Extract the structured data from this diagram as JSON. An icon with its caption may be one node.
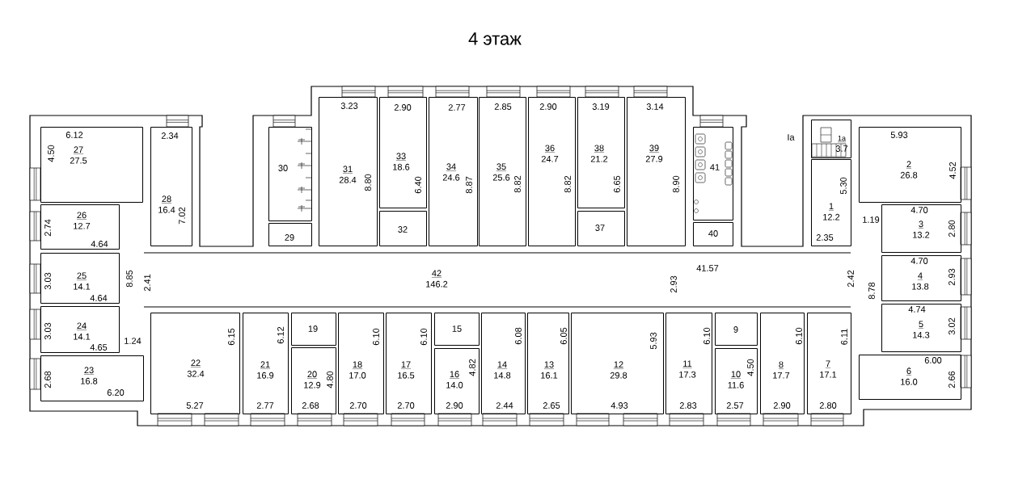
{
  "diagram": {
    "title": "4 этаж",
    "nodes": [
      {
        "text": [
          "27",
          "27.5",
          "6.12",
          "4.50"
        ]
      },
      {
        "text": [
          "28",
          "16.4",
          "2.34",
          "7.02"
        ]
      },
      {
        "text": [
          "30"
        ]
      },
      {
        "text": [
          "31",
          "28.4",
          "3.23",
          "8.80"
        ]
      },
      {
        "text": [
          "33",
          "18.6",
          "2.90",
          "6.40"
        ]
      },
      {
        "text": [
          "34",
          "24.6",
          "2.77",
          "8.87"
        ]
      },
      {
        "text": [
          "35",
          "25.6",
          "2.85",
          "8.82"
        ]
      },
      {
        "text": [
          "36",
          "24.7",
          "2.90",
          "8.82"
        ]
      },
      {
        "text": [
          "38",
          "21.2",
          "3.19",
          "6.65"
        ]
      },
      {
        "text": [
          "39",
          "27.9",
          "3.14",
          "8.90"
        ]
      },
      {
        "text": [
          "41"
        ]
      },
      {
        "text": [
          "1a",
          "3.7"
        ]
      },
      {
        "text": [
          "2",
          "26.8",
          "5.93",
          "4.52"
        ]
      },
      {
        "text": [
          "1",
          "12.2",
          "5.30",
          "2.35"
        ]
      },
      {
        "text": [
          "26",
          "12.7",
          "2.74",
          "4.64"
        ]
      },
      {
        "text": [
          "29"
        ]
      },
      {
        "text": [
          "32"
        ]
      },
      {
        "text": [
          "37"
        ]
      },
      {
        "text": [
          "40"
        ]
      },
      {
        "text": [
          "3",
          "13.2",
          "4.70",
          "2.80"
        ]
      },
      {
        "text": [
          "25",
          "14.1",
          "3.03",
          "4.64"
        ]
      },
      {
        "text": [
          "42",
          "146.2"
        ]
      },
      {
        "text": [
          "4",
          "13.8",
          "4.70",
          "2.93"
        ]
      },
      {
        "text": [
          "24",
          "14.1",
          "3.03",
          "4.65"
        ]
      },
      {
        "text": [
          "5",
          "14.3",
          "4.74",
          "3.02"
        ]
      },
      {
        "text": [
          "19"
        ]
      },
      {
        "text": [
          "15"
        ]
      },
      {
        "text": [
          "9"
        ]
      },
      {
        "text": [
          "6",
          "16.0",
          "6.00",
          "2.66"
        ]
      },
      {
        "text": [
          "23",
          "16.8",
          "2.68",
          "6.20"
        ]
      },
      {
        "text": [
          "22",
          "32.4",
          "6.15",
          "5.27"
        ]
      },
      {
        "text": [
          "21",
          "16.9",
          "6.12",
          "2.77"
        ]
      },
      {
        "text": [
          "20",
          "12.9",
          "4.80",
          "2.68"
        ]
      },
      {
        "text": [
          "18",
          "17.0",
          "6.10",
          "2.70"
        ]
      },
      {
        "text": [
          "17",
          "16.5",
          "6.10",
          "2.70"
        ]
      },
      {
        "text": [
          "16",
          "14.0",
          "4.82",
          "2.90"
        ]
      },
      {
        "text": [
          "14",
          "14.8",
          "6.08",
          "2.44"
        ]
      },
      {
        "text": [
          "13",
          "16.1",
          "6.05",
          "2.65"
        ]
      },
      {
        "text": [
          "12",
          "29.8",
          "5.93",
          "4.93"
        ]
      },
      {
        "text": [
          "11",
          "17.3",
          "6.10",
          "2.83"
        ]
      },
      {
        "text": [
          "10",
          "11.6",
          "4.50",
          "2.57"
        ]
      },
      {
        "text": [
          "8",
          "17.7",
          "6.10",
          "2.90"
        ]
      },
      {
        "text": [
          "7",
          "17.1",
          "6.11",
          "2.80"
        ]
      }
    ],
    "labels": [
      "Ia",
      "1.19",
      "41.57",
      "8.85",
      "2.41",
      "2.93",
      "2.42",
      "8.78",
      "1.24"
    ]
  }
}
